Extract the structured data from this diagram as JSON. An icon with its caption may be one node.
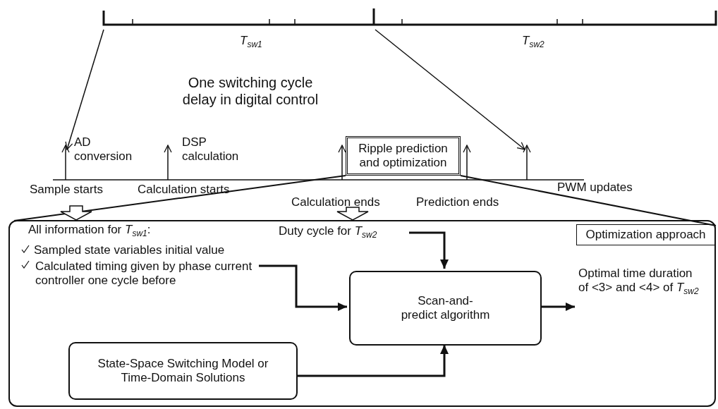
{
  "diagram": {
    "nodes": [
      {
        "text": [
          "Ripple prediction and optimization"
        ]
      },
      {
        "text": [],
        "shape": "box"
      },
      {
        "text": [
          "Optimization approach"
        ],
        "in": 1
      },
      {
        "text": [
          "Calculated timing given by phase current controller one cycle before"
        ],
        "in": 1
      },
      {
        "text": [
          "Duty cycle for *T*$_{sw2}$"
        ],
        "in": 1
      },
      {
        "text": [
          "Scan-and-predict algorithm"
        ],
        "in": 1
      },
      {
        "text": [
          "State-Space Switching Model or Time-Domain Solutions"
        ],
        "in": 1
      },
      {
        "text": [
          "Optimal time duration of <3> and <4> of *T*$_{sw2}$"
        ],
        "in": 1
      }
    ],
    "edges": [
      {
        "from": 0,
        "to": 1,
        "arrow": "none"
      },
      {
        "from": 0,
        "to": 1,
        "arrow": "none"
      },
      {
        "from": null,
        "to": 1,
        "arrow": "to"
      },
      {
        "from": null,
        "to": 1,
        "arrow": "to"
      },
      {
        "from": 4,
        "to": 5,
        "arrow": "to"
      },
      {
        "from": 3,
        "to": 5,
        "arrow": "to"
      },
      {
        "from": 6,
        "to": 5,
        "arrow": "to"
      },
      {
        "from": 5,
        "to": 7,
        "arrow": "to"
      }
    ],
    "labels": [
      "*T*$_{sw1}$",
      "*T*$_{sw2}$",
      "One switching cycle delay in digital control",
      "AD conversion",
      "DSP calculation",
      "Sample starts",
      "Calculation starts",
      "Calculation ends",
      "Prediction ends",
      "PWM updates",
      "All information for *T*$_{sw1}$:",
      "Sampled state variables initial value"
    ]
  }
}
